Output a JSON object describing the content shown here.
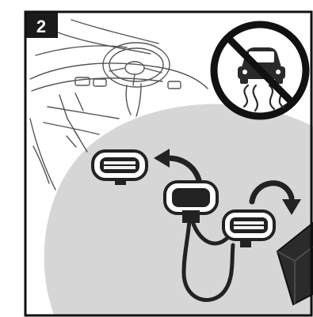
{
  "step": {
    "number": "2"
  },
  "colors": {
    "background": "#ffffff",
    "frame": "#111111",
    "floor_gray": "#d6d6d6",
    "badge": "#1a1a1a",
    "connector_dark": "#222222",
    "connector_light": "#f2f2f2",
    "line_art": "#555555"
  },
  "icons": [
    "step-number-badge",
    "no-driving-prohibition-icon",
    "car-dashboard-illustration",
    "obd-port-connector-icon",
    "y-splitter-cable-icon",
    "curved-arrow-left-icon",
    "curved-arrow-down-icon",
    "obd-device-icon"
  ]
}
